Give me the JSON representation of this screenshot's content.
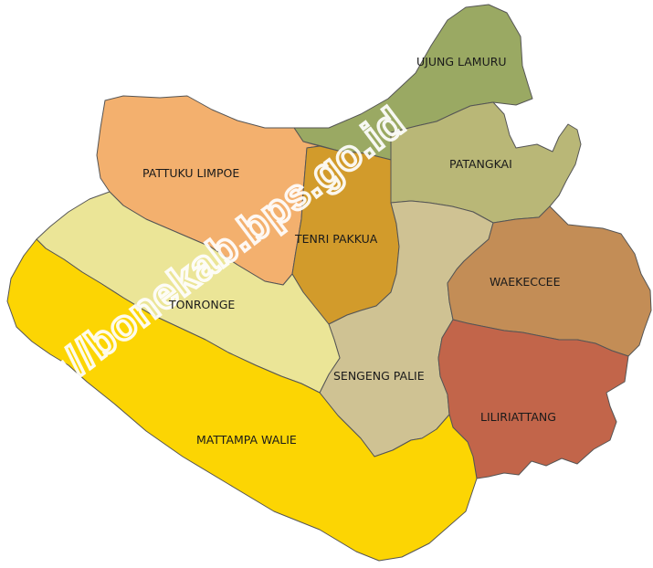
{
  "map": {
    "watermark": "https://bonekab.bps.go.id",
    "regions": [
      {
        "id": "ujung-lamuru",
        "label": "UJUNG LAMURU",
        "color": "#9aa963"
      },
      {
        "id": "patangkai",
        "label": "PATANGKAI",
        "color": "#b9b777"
      },
      {
        "id": "pattuku-limpoe",
        "label": "PATTUKU LIMPOE",
        "color": "#f3b06e"
      },
      {
        "id": "tenri-pakkua",
        "label": "TENRI PAKKUA",
        "color": "#d29b2b"
      },
      {
        "id": "sengeng-palie",
        "label": "SENGENG PALIE",
        "color": "#cfc293"
      },
      {
        "id": "waekeccee",
        "label": "WAEKECCEE",
        "color": "#c38d56"
      },
      {
        "id": "liliriattang",
        "label": "LILIRIATTANG",
        "color": "#c2654a"
      },
      {
        "id": "tonronge",
        "label": "TONRONGE",
        "color": "#ebe597"
      },
      {
        "id": "mattampa-walie",
        "label": "MATTAMPA WALIE",
        "color": "#fcd503"
      }
    ]
  }
}
